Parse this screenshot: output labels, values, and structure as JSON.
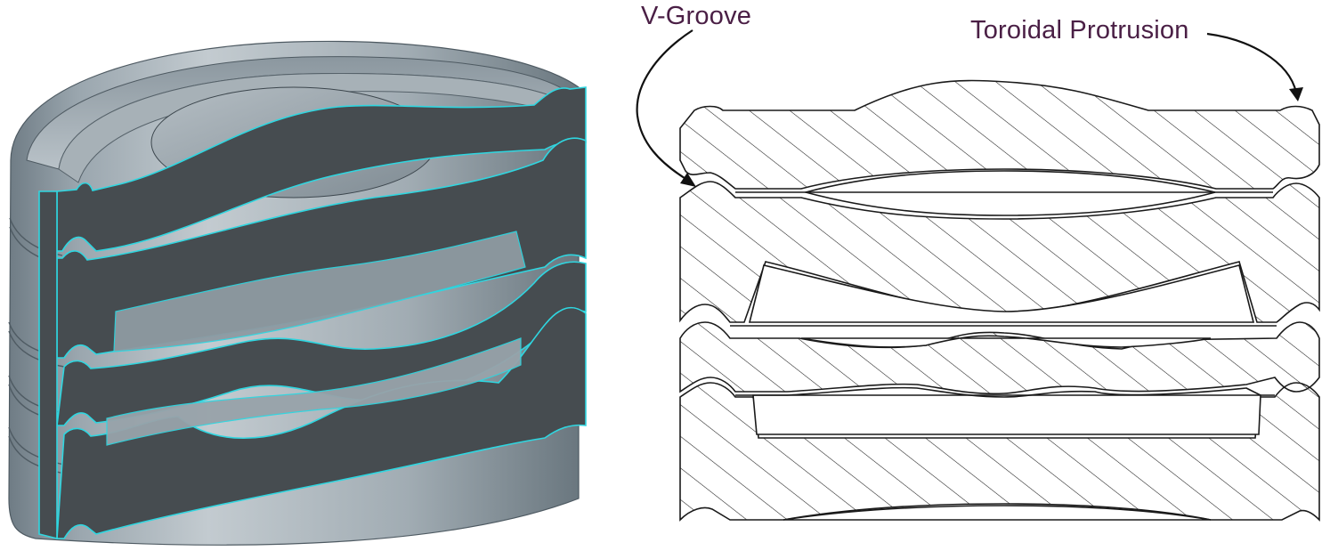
{
  "labels": {
    "v_groove": "V-Groove",
    "toroidal_protrusion": "Toroidal Protrusion"
  },
  "colors": {
    "label_text": "#4a1f45",
    "cut_face": "#464c50",
    "outline_cyan": "#2fd6e0",
    "metal_light": "#9aa6ae",
    "metal_mid": "#7d8a93",
    "metal_dark": "#5d6870",
    "line_art": "#1a1a1a"
  },
  "icons": {
    "left_panel": "3d-cutaway-render",
    "right_panel": "hatched-cross-section"
  }
}
